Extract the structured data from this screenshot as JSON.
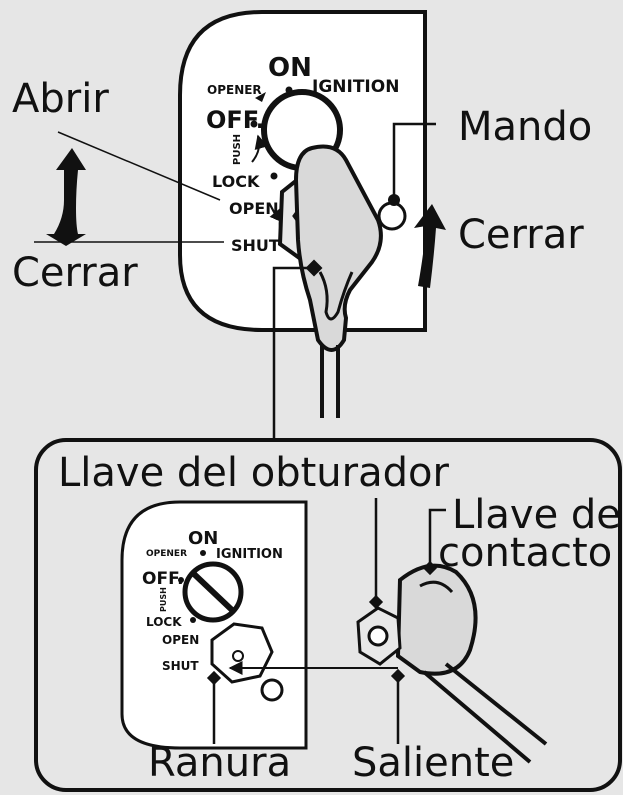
{
  "top_panel": {
    "on": "ON",
    "opener": "OPENER",
    "ignition": "IGNITION",
    "off": "OFF.",
    "push": "PUSH",
    "lock": "LOCK",
    "open": "OPEN",
    "shut": "SHUT"
  },
  "callouts": {
    "abrir": "Abrir",
    "cerrar_left": "Cerrar",
    "mando": "Mando",
    "cerrar_right": "Cerrar"
  },
  "inset": {
    "title": "Llave del obturador",
    "llave_de": "Llave de",
    "contacto": "contacto",
    "ranura": "Ranura",
    "saliente": "Saliente",
    "panel": {
      "on": "ON",
      "opener": "OPENER",
      "ignition": "IGNITION",
      "off": "OFF.",
      "push": "PUSH",
      "lock": "LOCK",
      "open": "OPEN",
      "shut": "SHUT"
    }
  },
  "colors": {
    "background": "#e6e6e6",
    "panel": "#ffffff",
    "line": "#111111",
    "key_shade": "#cfcfcf"
  }
}
